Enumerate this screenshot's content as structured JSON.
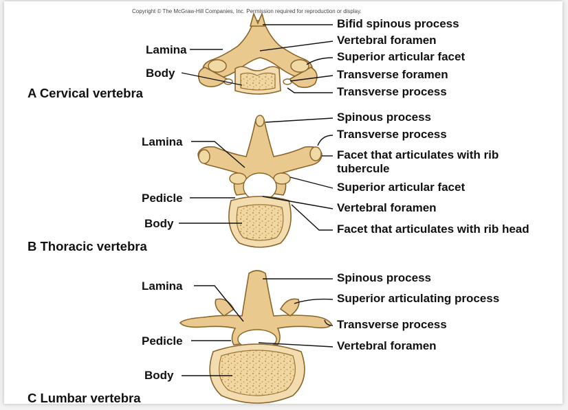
{
  "copyright": "Copyright © The McGraw-Hill Companies, Inc. Permission required for reproduction or display.",
  "sections": {
    "cervical": {
      "title": "A  Cervical vertebra",
      "labels": {
        "lamina": "Lamina",
        "body": "Body",
        "bifid": "Bifid spinous process",
        "vforamen": "Vertebral foramen",
        "supfacet": "Superior articular facet",
        "tforamen": "Transverse foramen",
        "tprocess": "Transverse process"
      }
    },
    "thoracic": {
      "title": "B  Thoracic vertebra",
      "labels": {
        "lamina": "Lamina",
        "pedicle": "Pedicle",
        "body": "Body",
        "spinous": "Spinous process",
        "tprocess": "Transverse process",
        "facet_tub_1": "Facet that articulates with rib",
        "facet_tub_2": "tubercule",
        "supfacet": "Superior articular facet",
        "vforamen": "Vertebral foramen",
        "facet_head": "Facet that articulates with rib head"
      }
    },
    "lumbar": {
      "title": "C  Lumbar vertebra",
      "labels": {
        "lamina": "Lamina",
        "pedicle": "Pedicle",
        "body": "Body",
        "spinous": "Spinous process",
        "supproc": "Superior articulating process",
        "tprocess": "Transverse process",
        "vforamen": "Vertebral foramen"
      }
    }
  },
  "colors": {
    "bone_fill": "#e9c98d",
    "bone_outline": "#8a6428",
    "text": "#111111"
  }
}
